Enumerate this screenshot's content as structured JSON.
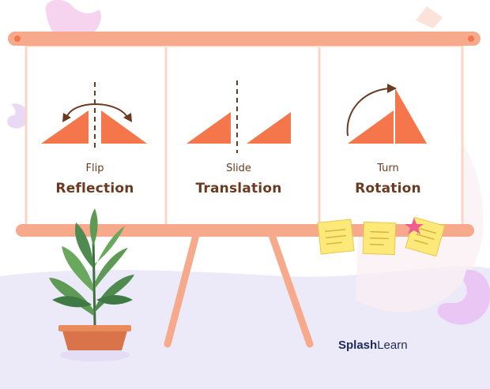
{
  "panels": [
    {
      "small": "Flip",
      "big": "Reflection"
    },
    {
      "small": "Slide",
      "big": "Translation"
    },
    {
      "small": "Turn",
      "big": "Rotation"
    }
  ],
  "brand": {
    "part1": "Splash",
    "part2": "Learn"
  },
  "colors": {
    "board_frame": "#f7a98b",
    "board_fill": "#ffffff",
    "shape": "#f4764a",
    "text": "#6b3a20",
    "floor": "#eceaf9",
    "blob": "#f3c7ef",
    "sticky": "#fde97a",
    "star": "#f15c8f",
    "plant": "#4f8a4f",
    "pot": "#d9734a"
  }
}
